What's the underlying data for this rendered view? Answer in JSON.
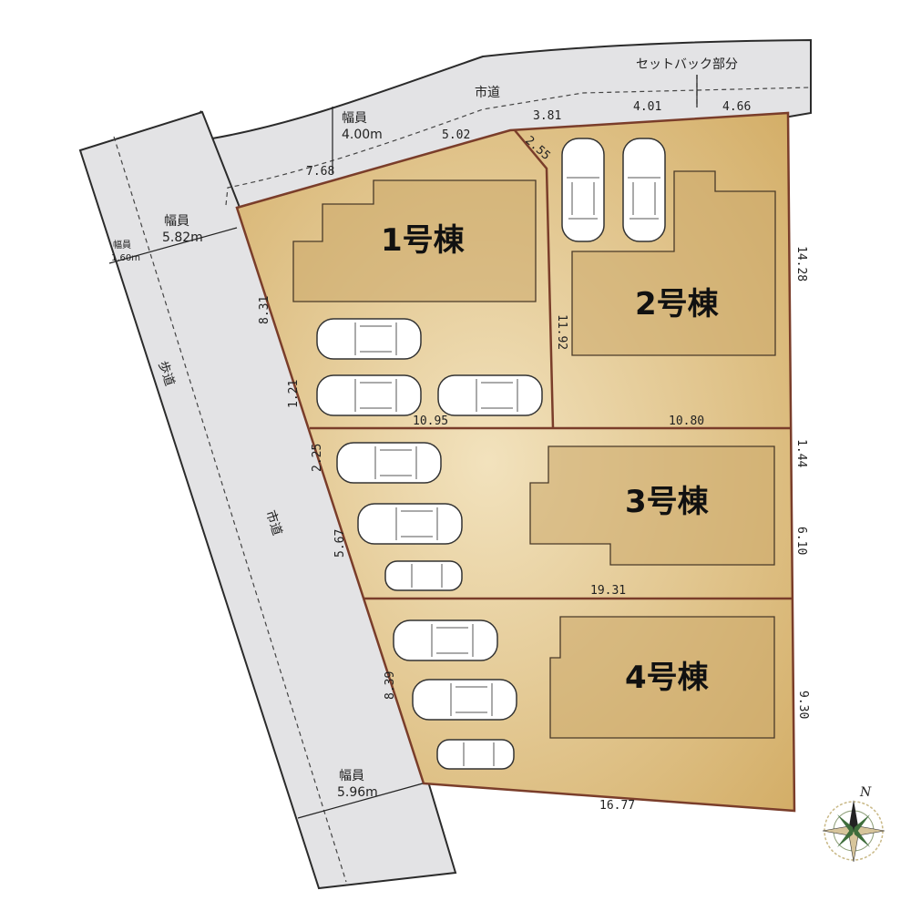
{
  "roads": {
    "top_road_label": "市道",
    "left_road_label": "市道",
    "sidewalk_label": "歩道",
    "setback_label": "セットバック部分"
  },
  "widths": {
    "top": {
      "label": "幅員",
      "value": "4.00m"
    },
    "left": {
      "label": "幅員",
      "value": "5.82m"
    },
    "sidewalk": {
      "label": "幅員",
      "value": "1.60m"
    },
    "bottom": {
      "label": "幅員",
      "value": "5.96m"
    }
  },
  "buildings": [
    "1号棟",
    "2号棟",
    "3号棟",
    "4号棟"
  ],
  "dimensions": {
    "top_768": "7.68",
    "top_502": "5.02",
    "top_381": "3.81",
    "top_401": "4.01",
    "top_466": "4.66",
    "diag_255": "2.55",
    "left_831": "8.31",
    "left_121": "1.21",
    "left_225": "2.25",
    "left_567": "5.67",
    "left_839": "8.39",
    "div_1192": "11.92",
    "div_1095": "10.95",
    "div_1080": "10.80",
    "div_1931": "19.31",
    "bottom_1677": "16.77",
    "right_1428": "14.28",
    "right_144": "1.44",
    "right_610": "6.10",
    "right_930": "9.30"
  },
  "compass": {
    "north": "N"
  },
  "colors": {
    "lot_center": "#f2e2bd",
    "lot_edge": "#d6b26d",
    "road": "#e3e3e5",
    "boundary": "#7a3d2a"
  }
}
